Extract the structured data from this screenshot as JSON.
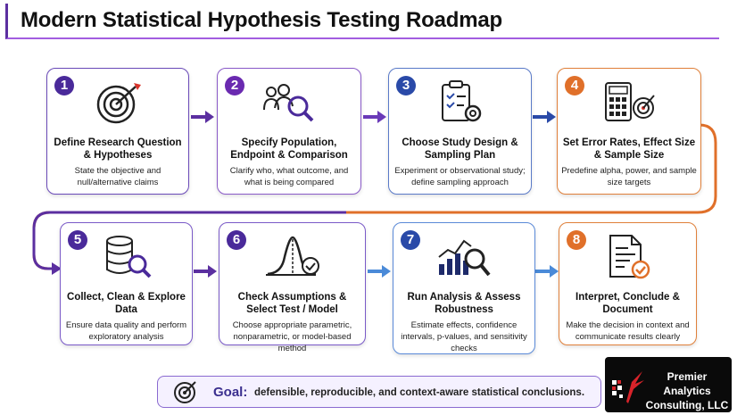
{
  "header": {
    "title": "Modern Statistical Hypothesis Testing Roadmap"
  },
  "steps": [
    {
      "num": "1",
      "title": "Define Research Question & Hypotheses",
      "desc": "State the objective and null/alternative claims",
      "color": "#4a2a9a",
      "icon": "target-icon"
    },
    {
      "num": "2",
      "title": "Specify Population, Endpoint & Comparison",
      "desc": "Clarify who, what outcome, and what is being compared",
      "color": "#6a2ab0",
      "icon": "people-magnifier-icon"
    },
    {
      "num": "3",
      "title": "Choose Study Design & Sampling Plan",
      "desc": "Experiment or observational study; define sampling approach",
      "color": "#2a4aa8",
      "icon": "clipboard-gear-icon"
    },
    {
      "num": "4",
      "title": "Set Error Rates, Effect Size & Sample Size",
      "desc": "Predefine alpha, power, and sample size targets",
      "color": "#e0702a",
      "icon": "calculator-target-icon"
    },
    {
      "num": "5",
      "title": "Collect, Clean & Explore Data",
      "desc": "Ensure data quality and perform exploratory analysis",
      "color": "#4a2a9a",
      "icon": "database-magnifier-icon"
    },
    {
      "num": "6",
      "title": "Check Assumptions & Select Test / Model",
      "desc": "Choose appropriate parametric, nonparametric, or model-based method",
      "color": "#4a2a9a",
      "icon": "bell-curve-check-icon"
    },
    {
      "num": "7",
      "title": "Run Analysis & Assess Robustness",
      "desc": "Estimate effects, confidence intervals, p-values, and sensitivity checks",
      "color": "#2a4aa8",
      "icon": "bar-chart-magnifier-icon"
    },
    {
      "num": "8",
      "title": "Interpret, Conclude & Document",
      "desc": "Make the decision in context and communicate results clearly",
      "color": "#e0702a",
      "icon": "document-check-icon"
    }
  ],
  "goal": {
    "label": "Goal:",
    "text": "defensible, reproducible, and context-aware statistical conclusions."
  },
  "logo": {
    "line1": "Premier Analytics",
    "line2": "Consulting, LLC"
  }
}
